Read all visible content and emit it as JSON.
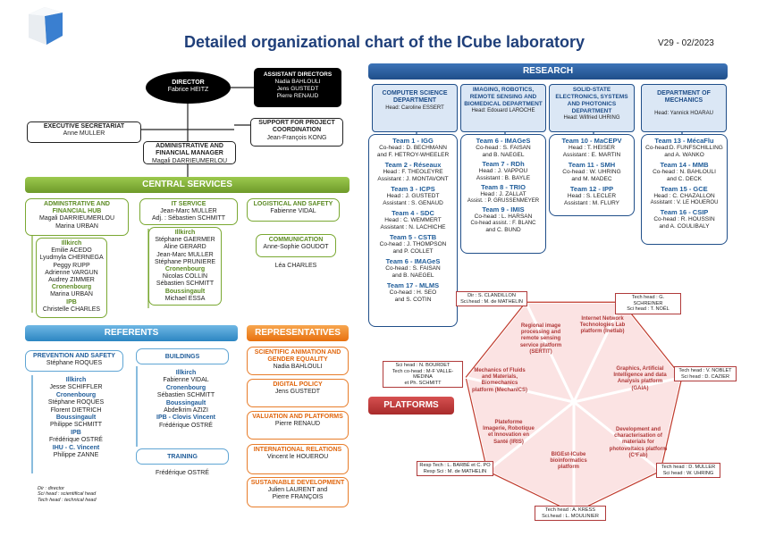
{
  "header": {
    "title": "Detailed organizational chart of the ICube laboratory",
    "version": "V29 - 02/2023",
    "colors": {
      "title": "#1f3f7a",
      "logo": "#3a7fd0"
    }
  },
  "top": {
    "director": {
      "title": "DIRECTOR",
      "name": "Fabrice HEITZ"
    },
    "assistant_directors": {
      "title": "ASSISTANT DIRECTORS",
      "names": [
        "Nadia BAHLOULI",
        "Jens GUSTEDT",
        "Pierre RENAUD"
      ]
    },
    "executive_secretariat": {
      "title": "EXECUTIVE SECRETARIAT",
      "name": "Anne MULLER"
    },
    "project_support": {
      "title": "SUPPORT FOR PROJECT COORDINATION",
      "name": "Jean-François KONG"
    },
    "admin_manager": {
      "title": "ADMINISTRATIVE AND FINANCIAL MANAGER",
      "name": "Magali DARRIEUMERLOU"
    }
  },
  "central_services": {
    "title": "CENTRAL SERVICES",
    "admin_hub": {
      "title": "ADMINSTRATIVE AND FINANCIAL HUB",
      "names": [
        "Magali DARRIEUMERLOU",
        "Marina URBAN"
      ]
    },
    "admin_hub_sites": [
      {
        "site": "Illkirch",
        "names": [
          "Emilie ACEDO",
          "Lyudmyla CHERNEGA",
          "Peggy RUPP",
          "Adrienne VARGUN",
          "Audrey ZIMMER"
        ]
      },
      {
        "site": "Cronenbourg",
        "names": [
          "Marina URBAN"
        ]
      },
      {
        "site": "IPB",
        "names": [
          "Christelle CHARLES"
        ]
      }
    ],
    "it_service": {
      "title": "IT SERVICE",
      "names": [
        "Jean-Marc MULLER",
        "Adj. : Sébastien SCHMITT"
      ]
    },
    "it_sites": [
      {
        "site": "Illkirch",
        "names": [
          "Stéphane GAERMER",
          "Aline GERARD",
          "Jean-Marc MULLER",
          "Stéphane PRUNIERE"
        ]
      },
      {
        "site": "Cronenbourg",
        "names": [
          "Nicolas COLLIN",
          "Sébastien SCHMITT"
        ]
      },
      {
        "site": "Boussingault",
        "names": [
          "Michael ESSA"
        ]
      }
    ],
    "logistics": {
      "title": "LOGISTICAL AND SAFETY",
      "name": "Fabienne VIDAL"
    },
    "communication": {
      "title": "COMMUNICATION",
      "names": [
        "Anne-Sophie GOUDOT"
      ],
      "extra": "Léa CHARLES"
    }
  },
  "referents": {
    "title": "REFERENTS",
    "prevention": {
      "title": "PREVENTION AND SAFETY",
      "name": "Stéphane ROQUES"
    },
    "prevention_sites": [
      {
        "site": "Illkirch",
        "names": [
          "Jesse SCHIFFLER"
        ]
      },
      {
        "site": "Cronenbourg",
        "names": [
          "Stéphane ROQUES",
          "Florent DIETRICH"
        ]
      },
      {
        "site": "Boussingault",
        "names": [
          "Philippe SCHMITT"
        ]
      },
      {
        "site": "IPB",
        "names": [
          "Frédérique OSTRÉ"
        ]
      },
      {
        "site": "IHU - C. Vincent",
        "names": [
          "Philippe ZANNE"
        ]
      }
    ],
    "buildings": {
      "title": "BUILDINGS"
    },
    "buildings_sites": [
      {
        "site": "Illkirch",
        "names": [
          "Fabienne VIDAL"
        ]
      },
      {
        "site": "Cronenbourg",
        "names": [
          "Sébastien SCHMITT"
        ]
      },
      {
        "site": "Boussingault",
        "names": [
          "Abdelkrim AZIZI"
        ]
      },
      {
        "site": "IPB - Clovis Vincent",
        "names": [
          "Frédérique OSTRÉ"
        ]
      }
    ],
    "training": {
      "title": "TRAINING",
      "name": "Frédérique OSTRÉ"
    },
    "legend": [
      "Dir : director",
      "Sci head : scientifical head",
      "Tech head : technical head"
    ]
  },
  "representatives": {
    "title": "REPRESENTATIVES",
    "items": [
      {
        "title": "SCIENTIFIC ANIMATION AND GENDER EQUALITY",
        "names": [
          "Nadia BAHLOULI"
        ]
      },
      {
        "title": "DIGITAL POLICY",
        "names": [
          "Jens GUSTEDT"
        ]
      },
      {
        "title": "VALUATION AND PLATFORMS",
        "names": [
          "Pierre RENAUD"
        ]
      },
      {
        "title": "INTERNATIONAL RELATIONS",
        "names": [
          "Vincent le HOUEROU"
        ]
      },
      {
        "title": "SUSTAINABLE DEVELOPMENT",
        "names": [
          "Julien LAURENT and",
          "Pierre FRANÇOIS"
        ]
      }
    ]
  },
  "research": {
    "title": "RESEARCH",
    "departments": [
      {
        "title": "COMPUTER SCIENCE DEPARTMENT",
        "head": "Head: Caroline ESSERT",
        "teams": [
          {
            "name": "Team 1 - IGG",
            "lines": [
              "Co-head : D. BECHMANN",
              "and F. HETROY-WHEELER"
            ]
          },
          {
            "name": "Team 2 - Réseaux",
            "lines": [
              "Head : F. THEOLEYRE",
              "Assistant : J. MONTAVONT"
            ]
          },
          {
            "name": "Team 3 - ICPS",
            "lines": [
              "Head : J. GUSTEDT",
              "Assistant : S. GENAUD"
            ]
          },
          {
            "name": "Team 4 - SDC",
            "lines": [
              "Head : C. WEMMERT",
              "Assistant : N. LACHICHE"
            ]
          },
          {
            "name": "Team 5 - CSTB",
            "lines": [
              "Co-head : J. THOMPSON",
              "and P. COLLET"
            ]
          },
          {
            "name": "Team 6 - IMAGeS",
            "lines": [
              "Co-head : S. FAISAN",
              "and B. NAEGEL"
            ]
          },
          {
            "name": "Team 17 - MLMS",
            "lines": [
              "Co-head : H. SEO",
              "and S. COTIN"
            ]
          }
        ]
      },
      {
        "title": "IMAGING, ROBOTICS, REMOTE SENSING AND BIOMEDICAL DEPARTMENT",
        "head": "Head: Edouard LAROCHE",
        "teams": [
          {
            "name": "Team 6 - IMAGeS",
            "lines": [
              "Co-head : S. FAISAN",
              "and B. NAEGEL"
            ]
          },
          {
            "name": "Team 7 - RDh",
            "lines": [
              "Head : J. VAPPOU",
              "Assistant : B. BAYLE"
            ]
          },
          {
            "name": "Team 8 - TRIO",
            "lines": [
              "Head : J. ZALLAT",
              "Assist. : P. GRUSSENMEYER"
            ]
          },
          {
            "name": "Team 9 - IMIS",
            "lines": [
              "Co-head : L. HARSAN",
              "Co-head assist. : F. BLANC",
              "and C. BUND"
            ]
          }
        ]
      },
      {
        "title": "SOLID-STATE ELECTRONICS, SYSTEMS AND PHOTONICS DEPARTMENT",
        "head": "Head: Wilfried UHRING",
        "teams": [
          {
            "name": "Team 10 - MaCEPV",
            "lines": [
              "Head : T. HEISER",
              "Assistant : E. MARTIN"
            ]
          },
          {
            "name": "Team 11 - SMH",
            "lines": [
              "Co-head : W. UHRING",
              "and M. MADEC"
            ]
          },
          {
            "name": "Team 12 - IPP",
            "lines": [
              "Head : S. LECLER",
              "Assistant : M. FLURY"
            ]
          }
        ]
      },
      {
        "title": "DEPARTMENT OF MECHANICS",
        "head": "Head: Yannick HOARAU",
        "teams": [
          {
            "name": "Team 13 - MécaFlu",
            "lines": [
              "Co-head:D. FUNFSCHILLING",
              "and A. WANKO"
            ]
          },
          {
            "name": "Team 14 - MMB",
            "lines": [
              "Co-head : N. BAHLOULI",
              "and C. DECK"
            ]
          },
          {
            "name": "Team 15 - GCE",
            "lines": [
              "Head : C. CHAZALLON",
              "Assistant : V. LE HOUEROU"
            ]
          },
          {
            "name": "Team 16 - CSIP",
            "lines": [
              "Co-head : R. HOUSSIN",
              "and A. COULIBALY"
            ]
          }
        ]
      }
    ]
  },
  "platforms": {
    "title": "PLATFORMS",
    "segments": [
      "Regional image processing and remote sensing service platform (SERTIT)",
      "Internet Network Technologies Lab platform (Inetlab)",
      "Graphics, Artificial Intelligence and data Analysis platform (GAIA)",
      "Development and characterisation of materials for photovoltaics platform (C³Fab)",
      "BIGEst-ICube bioinformatics platform",
      "Plateforme Imagerie, Robotique et Innovation en Santé (IRIS)",
      "Mechanics of Fluids and Materials, Biomechanics platform (MechanICS)"
    ],
    "labels": [
      {
        "lines": [
          "Dir : S. CLANDILLON",
          "Sci.head : M. de MATHELIN"
        ]
      },
      {
        "lines": [
          "Tech head : G. SCHREINER",
          "Sci head : T. NOËL"
        ]
      },
      {
        "lines": [
          "Tech head : V. NOBLET",
          "Sci head : D. CAZIER"
        ]
      },
      {
        "lines": [
          "Tech head : D. MULLER",
          "Sci head : W. UHRING"
        ]
      },
      {
        "lines": [
          "Tech head : A. KRESS",
          "Sci.head : L. MOULINIER"
        ]
      },
      {
        "lines": [
          "Resp Tech : L. BARBÉ et C. PO",
          "Resp Sci : M. de MATHELIN"
        ]
      },
      {
        "lines": [
          "Sci head : N. BOURDET",
          "Tech co-head : M-F VALLE-MEDINA",
          "et Ph. SCHMITT"
        ]
      }
    ]
  },
  "colors": {
    "green": "#7aa832",
    "blue": "#3a8fc8",
    "orange": "#ef7d1e",
    "navy": "#1f4e89",
    "red": "#c0392b",
    "platform_fill": "#fbe3e3"
  }
}
